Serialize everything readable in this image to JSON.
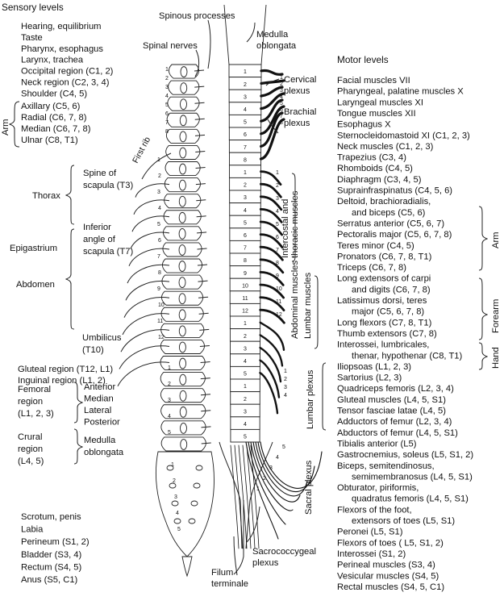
{
  "headers": {
    "sensory_levels": "Sensory levels",
    "motor_levels": "Motor levels",
    "spinous_processes": "Spinous processes",
    "spinal_nerves": "Spinal nerves",
    "medulla_oblongata_top": "Medulla\noblongata",
    "cervical_plexus": "Cervical\nplexus",
    "brachial_plexus": "Brachial\nplexus",
    "first_rib": "First rib",
    "intercostal": "Intercostal and\nthoracic muscles",
    "abdominal_muscles": "Abdominal muscles",
    "lumbar_muscles": "Lumbar muscles",
    "lumbar_plexus": "Lumbar plexus",
    "sacral_plexus": "Sacral plexus",
    "sacrococcygeal": "Sacrococcygeal\nplexus",
    "filum": "Filum\nterminale"
  },
  "sensory_top": [
    "Hearing, equilibrium",
    "Taste",
    "Pharynx, esophagus",
    "Larynx, trachea",
    "Occipital region (C1, 2)",
    "Neck region (C2, 3, 4)",
    "Shoulder (C4, 5)"
  ],
  "arm_group": {
    "label": "Arm",
    "items": [
      "Axillary (C5, 6)",
      "Radial (C6, 7, 8)",
      "Median (C6, 7, 8)",
      "Ulnar (C8, T1)"
    ]
  },
  "sensory_mid": {
    "thorax": "Thorax",
    "spine_scapula": "Spine of\nscapula (T3)",
    "epigastrium": "Epigastrium",
    "inferior_angle": "Inferior\nangle of\nscapula (T7)",
    "abdomen": "Abdomen",
    "umbilicus": "Umbilicus\n(T10)",
    "gluteal": "Gluteal region (T12, L1)",
    "inguinal": "Inguinal region (L1, 2)",
    "femoral": "Femoral\nregion\n(L1, 2, 3)",
    "femoral_list": "Anterior\nMedian\nLateral\nPosterior",
    "crural": "Crural\nregion\n(L4, 5)",
    "crural_list": "Medulla\noblongata"
  },
  "sensory_bottom": [
    "Scrotum, penis",
    "Labia",
    "Perineum (S1, 2)",
    "Bladder (S3, 4)",
    "Rectum (S4, 5)",
    "Anus (S5, C1)"
  ],
  "motor": [
    "Facial muscles VII",
    "Pharyngeal, palatine muscles X",
    "Laryngeal muscles XI",
    "Tongue muscles XII",
    "Esophagus X",
    "Sternocleidomastoid XI (C1, 2, 3)",
    "Neck muscles (C1, 2, 3)",
    "Trapezius (C3, 4)",
    "Rhomboids (C4, 5)",
    "Diaphragm (C3, 4, 5)",
    "Suprainfraspinatus (C4, 5, 6)",
    "Deltoid, brachioradialis,",
    "and biceps (C5, 6)",
    "Serratus anterior (C5, 6, 7)",
    "Pectoralis major (C5, 6, 7, 8)",
    "Teres minor (C4, 5)",
    "Pronators (C6, 7, 8, T1)",
    "Triceps (C6, 7, 8)",
    "Long extensors of carpi",
    "and digits (C6, 7, 8)",
    "Latissimus dorsi, teres",
    "major (C5, 6, 7, 8)",
    "Long flexors (C7, 8, T1)",
    "Thumb extensors (C7, 8)",
    "Interossei, lumbricales,",
    "thenar, hypothenar (C8, T1)",
    "Iliopsoas (L1, 2, 3)",
    "Sartorius (L2, 3)",
    "Quadriceps femoris (L2, 3, 4)",
    "Gluteal muscles (L4, 5, S1)",
    "Tensor fasciae latae (L4, 5)",
    "Adductors of femur (L2, 3, 4)",
    "Abductors of femur (L4, 5, S1)",
    "Tibialis anterior (L5)",
    "Gastrocnemius, soleus (L5, S1, 2)",
    "Biceps, semitendinosus,",
    "semimembranosus (L4, 5, S1)",
    "Obturator, piriformis,",
    "quadratus femoris (L4, 5, S1)",
    "Flexors of the foot,",
    "extensors of toes (L5, S1)",
    "Peronei (L5, S1)",
    "Flexors of toes ( L5, S1, 2)",
    "Interossei (S1, 2)",
    "Perineal muscles (S3, 4)",
    "Vesicular muscles (S4, 5)",
    "Rectal muscles (S4, 5, C1)"
  ],
  "motor_groups": {
    "arm": "Arm",
    "forearm": "Forearm",
    "hand": "Hand"
  },
  "cord_segments": [
    "1",
    "2",
    "3",
    "4",
    "5",
    "6",
    "7",
    "8",
    "1",
    "2",
    "3",
    "4",
    "5",
    "6",
    "7",
    "8",
    "9",
    "10",
    "11",
    "12",
    "1",
    "2",
    "3",
    "4",
    "5",
    "1",
    "2",
    "3",
    "4",
    "5"
  ],
  "nerve_numbers_right": {
    "cervical": [
      "1",
      "2",
      "3",
      "4",
      "5",
      "6",
      "7",
      "8"
    ],
    "thoracic": [
      "1",
      "2",
      "3",
      "4",
      "5",
      "6",
      "7",
      "8",
      "9",
      "10",
      "11",
      "12"
    ],
    "lumbar": [
      "1",
      "2",
      "3",
      "4"
    ],
    "sacral": [
      "5",
      "4",
      "3",
      "2",
      "1"
    ]
  },
  "nerve_numbers_left": {
    "cervical": [
      "1",
      "2",
      "3",
      "4",
      "5",
      "6",
      "7",
      "8"
    ],
    "thoracic": [
      "1",
      "2",
      "3",
      "4",
      "5",
      "6",
      "7",
      "8",
      "9",
      "10",
      "11",
      "12"
    ],
    "lumbar": [
      "1",
      "2",
      "3",
      "4",
      "5"
    ],
    "sacral": [
      "1",
      "2",
      "3",
      "4",
      "5"
    ]
  }
}
